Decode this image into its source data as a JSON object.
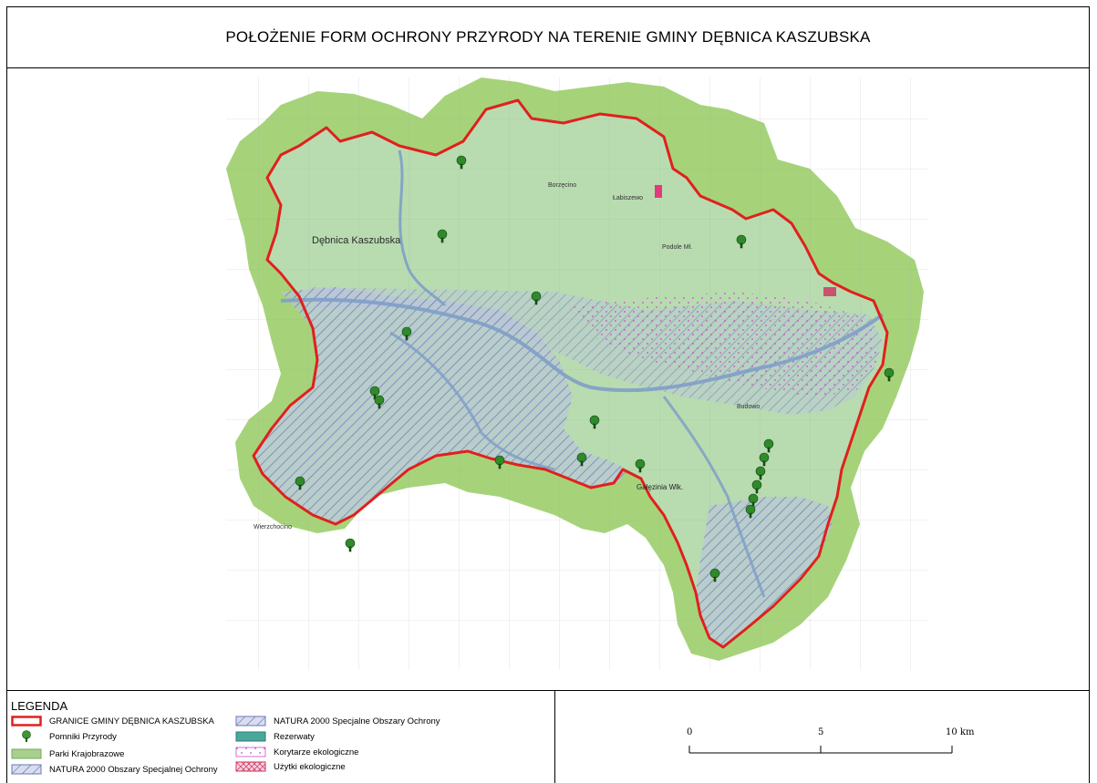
{
  "title": "POŁOŻENIE FORM OCHRONY PRZYRODY NA TERENIE GMINY DĘBNICA KASZUBSKA",
  "legend": {
    "heading": "LEGENDA",
    "items": [
      {
        "label": "GRANICE GMINY DĘBNICA KASZUBSKA",
        "symbol": "boundary",
        "color": "#e0201e"
      },
      {
        "label": "Pomniki Przyrody",
        "symbol": "tree",
        "color": "#3a9a2a"
      },
      {
        "label": "Parki Krajobrazowe",
        "symbol": "fill",
        "color": "#a8d08d"
      },
      {
        "label": "NATURA 2000 Obszary Specjalnej Ochrony",
        "symbol": "hatch",
        "color": "#6a78b8"
      },
      {
        "label": "NATURA 2000 Specjalne Obszary Ochrony",
        "symbol": "hatch",
        "color": "#6a78b8"
      },
      {
        "label": "Rezerwaty",
        "symbol": "fill",
        "color": "#4aa89a"
      },
      {
        "label": "Korytarze ekologiczne",
        "symbol": "dots",
        "color": "#c84fc8"
      },
      {
        "label": "Użytki ekologiczne",
        "symbol": "crosshatch",
        "color": "#d0305c"
      }
    ]
  },
  "scale": {
    "labels": [
      "0",
      "5",
      "10 km"
    ]
  },
  "map_labels": {
    "town": "Dębnica Kaszubska",
    "places": [
      "Borzęcino",
      "Łabiszewo",
      "Podole Mł.",
      "Budowo",
      "Gałęzinia Wlk.",
      "Wierzchocino"
    ]
  },
  "colors": {
    "boundary": "#e0201e",
    "green_outer": "#9fcf6e",
    "park": "#b8dcb0",
    "natura": "#7f8fc7",
    "river": "#7f9fc8",
    "tree": "#2f8a2a"
  }
}
